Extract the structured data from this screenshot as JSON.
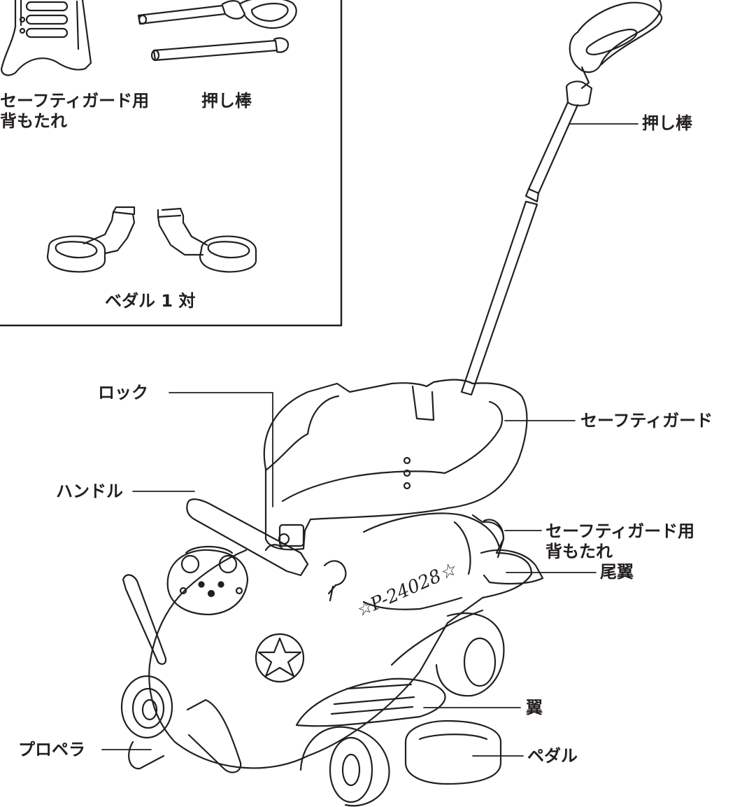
{
  "parts_box": {
    "backrest_label_line1": "セーフティガード用",
    "backrest_label_line2": "背もたれ",
    "push_bar_label": "押し棒",
    "pedals_label": "ベダル 1 対"
  },
  "callouts": {
    "push_bar": "押し棒",
    "lock": "ロック",
    "safety_guard": "セーフティガード",
    "handle": "ハンドル",
    "backrest_line1": "セーフティガード用",
    "backrest_line2": "背もたれ",
    "tail": "尾翼",
    "wing": "翼",
    "propeller": "プロペラ",
    "pedal": "ペダル"
  },
  "decals": {
    "plane_number": "☆P-24028☆"
  }
}
